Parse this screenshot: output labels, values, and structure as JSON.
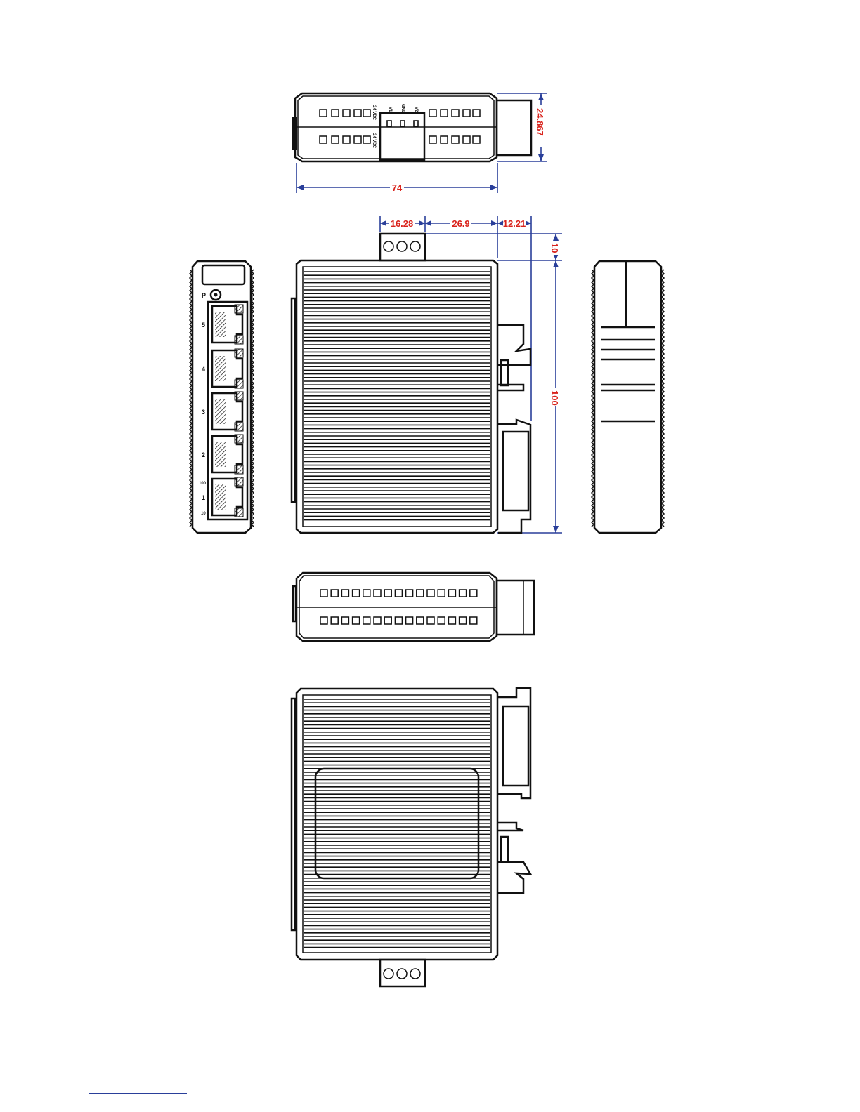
{
  "dimensions": {
    "width_total": "74",
    "height_top": "24.867",
    "offset_1": "16.28",
    "offset_2": "26.9",
    "offset_3": "12.21",
    "rail_gap": "10",
    "height_total": "100"
  },
  "power_labels": {
    "v1": "V1",
    "gnd": "GND",
    "v2": "V2",
    "dc_top": "24 VDC",
    "dc_bottom": "24 VDC"
  },
  "front_panel": {
    "power_led": "P",
    "ports": [
      "1",
      "2",
      "3",
      "4",
      "5"
    ],
    "speed_100": "100",
    "speed_10": "10"
  },
  "colors": {
    "outline": "#111111",
    "dimension_line": "#2a3f9a",
    "dimension_text": "#d9231c"
  }
}
